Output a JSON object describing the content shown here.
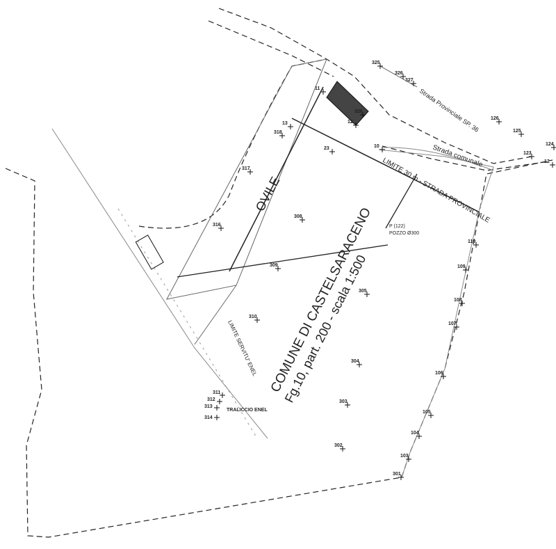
{
  "labels": {
    "ovile": "OVILE",
    "comune": "COMUNE DI CASTELSARACENO",
    "foglio": "Fg.10, part. 200 - scala 1:500",
    "limite_strada": "LIMITE 30 m - STRADA PROVINCIALE",
    "strada_comunale": "Strada comunale",
    "strada_provinciale": "Strada Provinciale SP. 36",
    "limite_enel": "LIMITE SERVITU' ENEL",
    "traliccio": "TRALICCIO ENEL",
    "pozzo_p": "P (122)",
    "pozzo": "POZZO Ø300"
  },
  "points": [
    "325",
    "326",
    "327",
    "126",
    "125",
    "124",
    "123",
    "12",
    "328",
    "12",
    "11",
    "13",
    "318",
    "23",
    "10",
    "317",
    "316",
    "308",
    "309",
    "305",
    "310",
    "304",
    "303",
    "302",
    "301",
    "103",
    "104",
    "105",
    "106",
    "107",
    "108",
    "109",
    "110",
    "311",
    "312",
    "313",
    "314"
  ],
  "colors": {
    "line": "#222222",
    "building": "#444444",
    "thin": "#888888"
  }
}
